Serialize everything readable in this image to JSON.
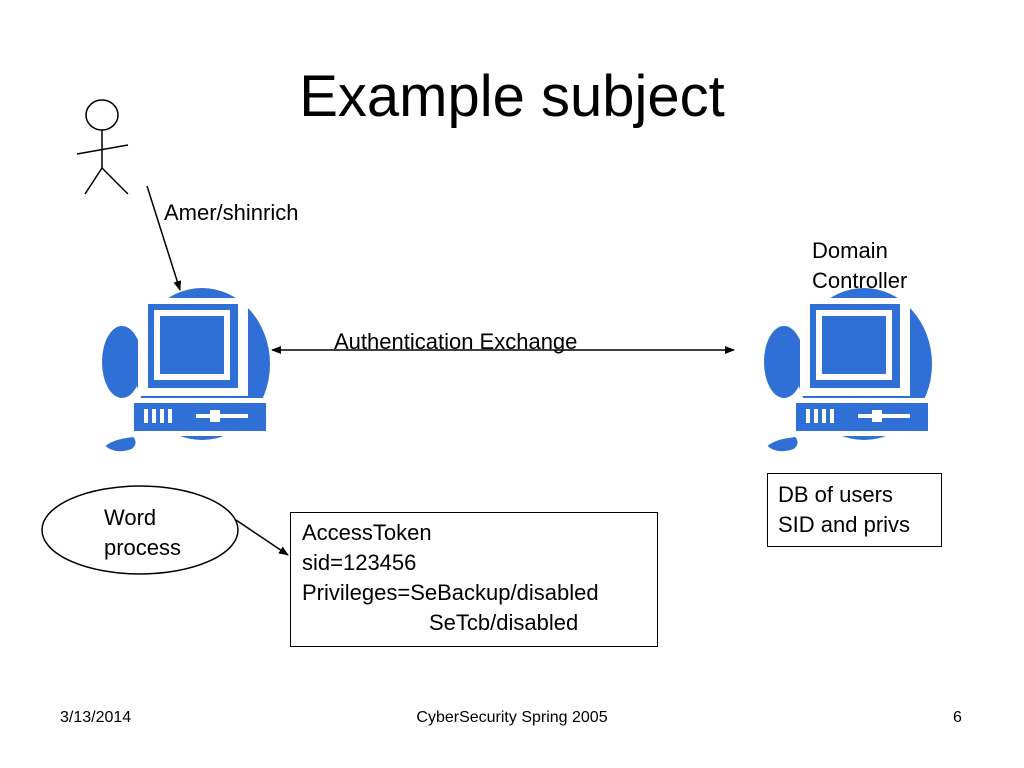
{
  "slide": {
    "title": "Example subject",
    "user_label": "Amer/shinrich",
    "domain_controller_lines": [
      "Domain",
      "Controller"
    ],
    "exchange_label": "Authentication Exchange",
    "db_box_lines": [
      "DB of users",
      "SID and privs"
    ],
    "process_lines": [
      "Word",
      "process"
    ],
    "token_box_lines": [
      "AccessToken",
      "sid=123456",
      "Privileges=SeBackup/disabled",
      "SeTcb/disabled"
    ]
  },
  "colors": {
    "computer_blue": "#2f6fd6",
    "line": "#000000"
  },
  "icons": {
    "user": "stick-figure-icon",
    "client": "computer-icon",
    "server": "computer-icon"
  },
  "footer": {
    "date": "3/13/2014",
    "course": "CyberSecurity Spring 2005",
    "page": "6"
  }
}
